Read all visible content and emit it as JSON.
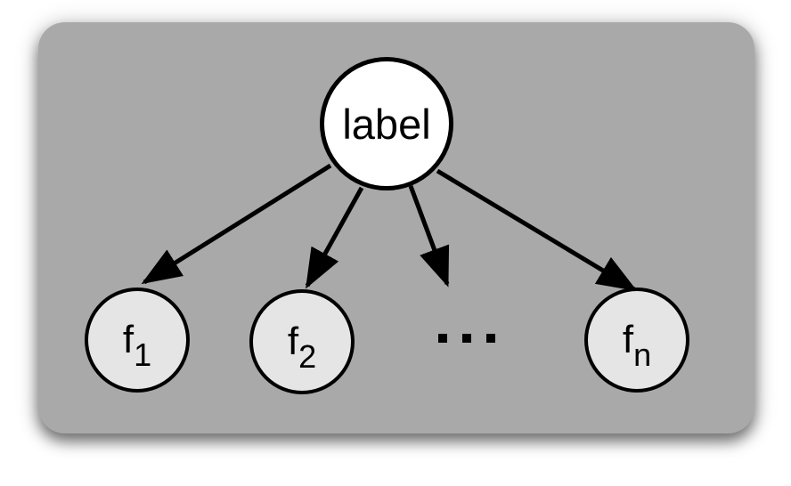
{
  "diagram": {
    "description": "Tree diagram: a root node connected by arrows to a row of feature nodes",
    "root_node": {
      "label": "label"
    },
    "feature_nodes": [
      {
        "base": "f",
        "sub": "1"
      },
      {
        "base": "f",
        "sub": "2"
      },
      {
        "base": "f",
        "sub": "n"
      }
    ],
    "ellipsis": "...",
    "edges": [
      {
        "from": "label",
        "to": "f1"
      },
      {
        "from": "label",
        "to": "f2"
      },
      {
        "from": "label",
        "to": "ellipsis"
      },
      {
        "from": "label",
        "to": "fn"
      }
    ],
    "colors": {
      "page_background": "#ffffff",
      "panel_background": "#a9a9a9",
      "root_node_fill": "#ffffff",
      "feature_node_fill": "#e5e5e5",
      "stroke": "#000000"
    }
  }
}
